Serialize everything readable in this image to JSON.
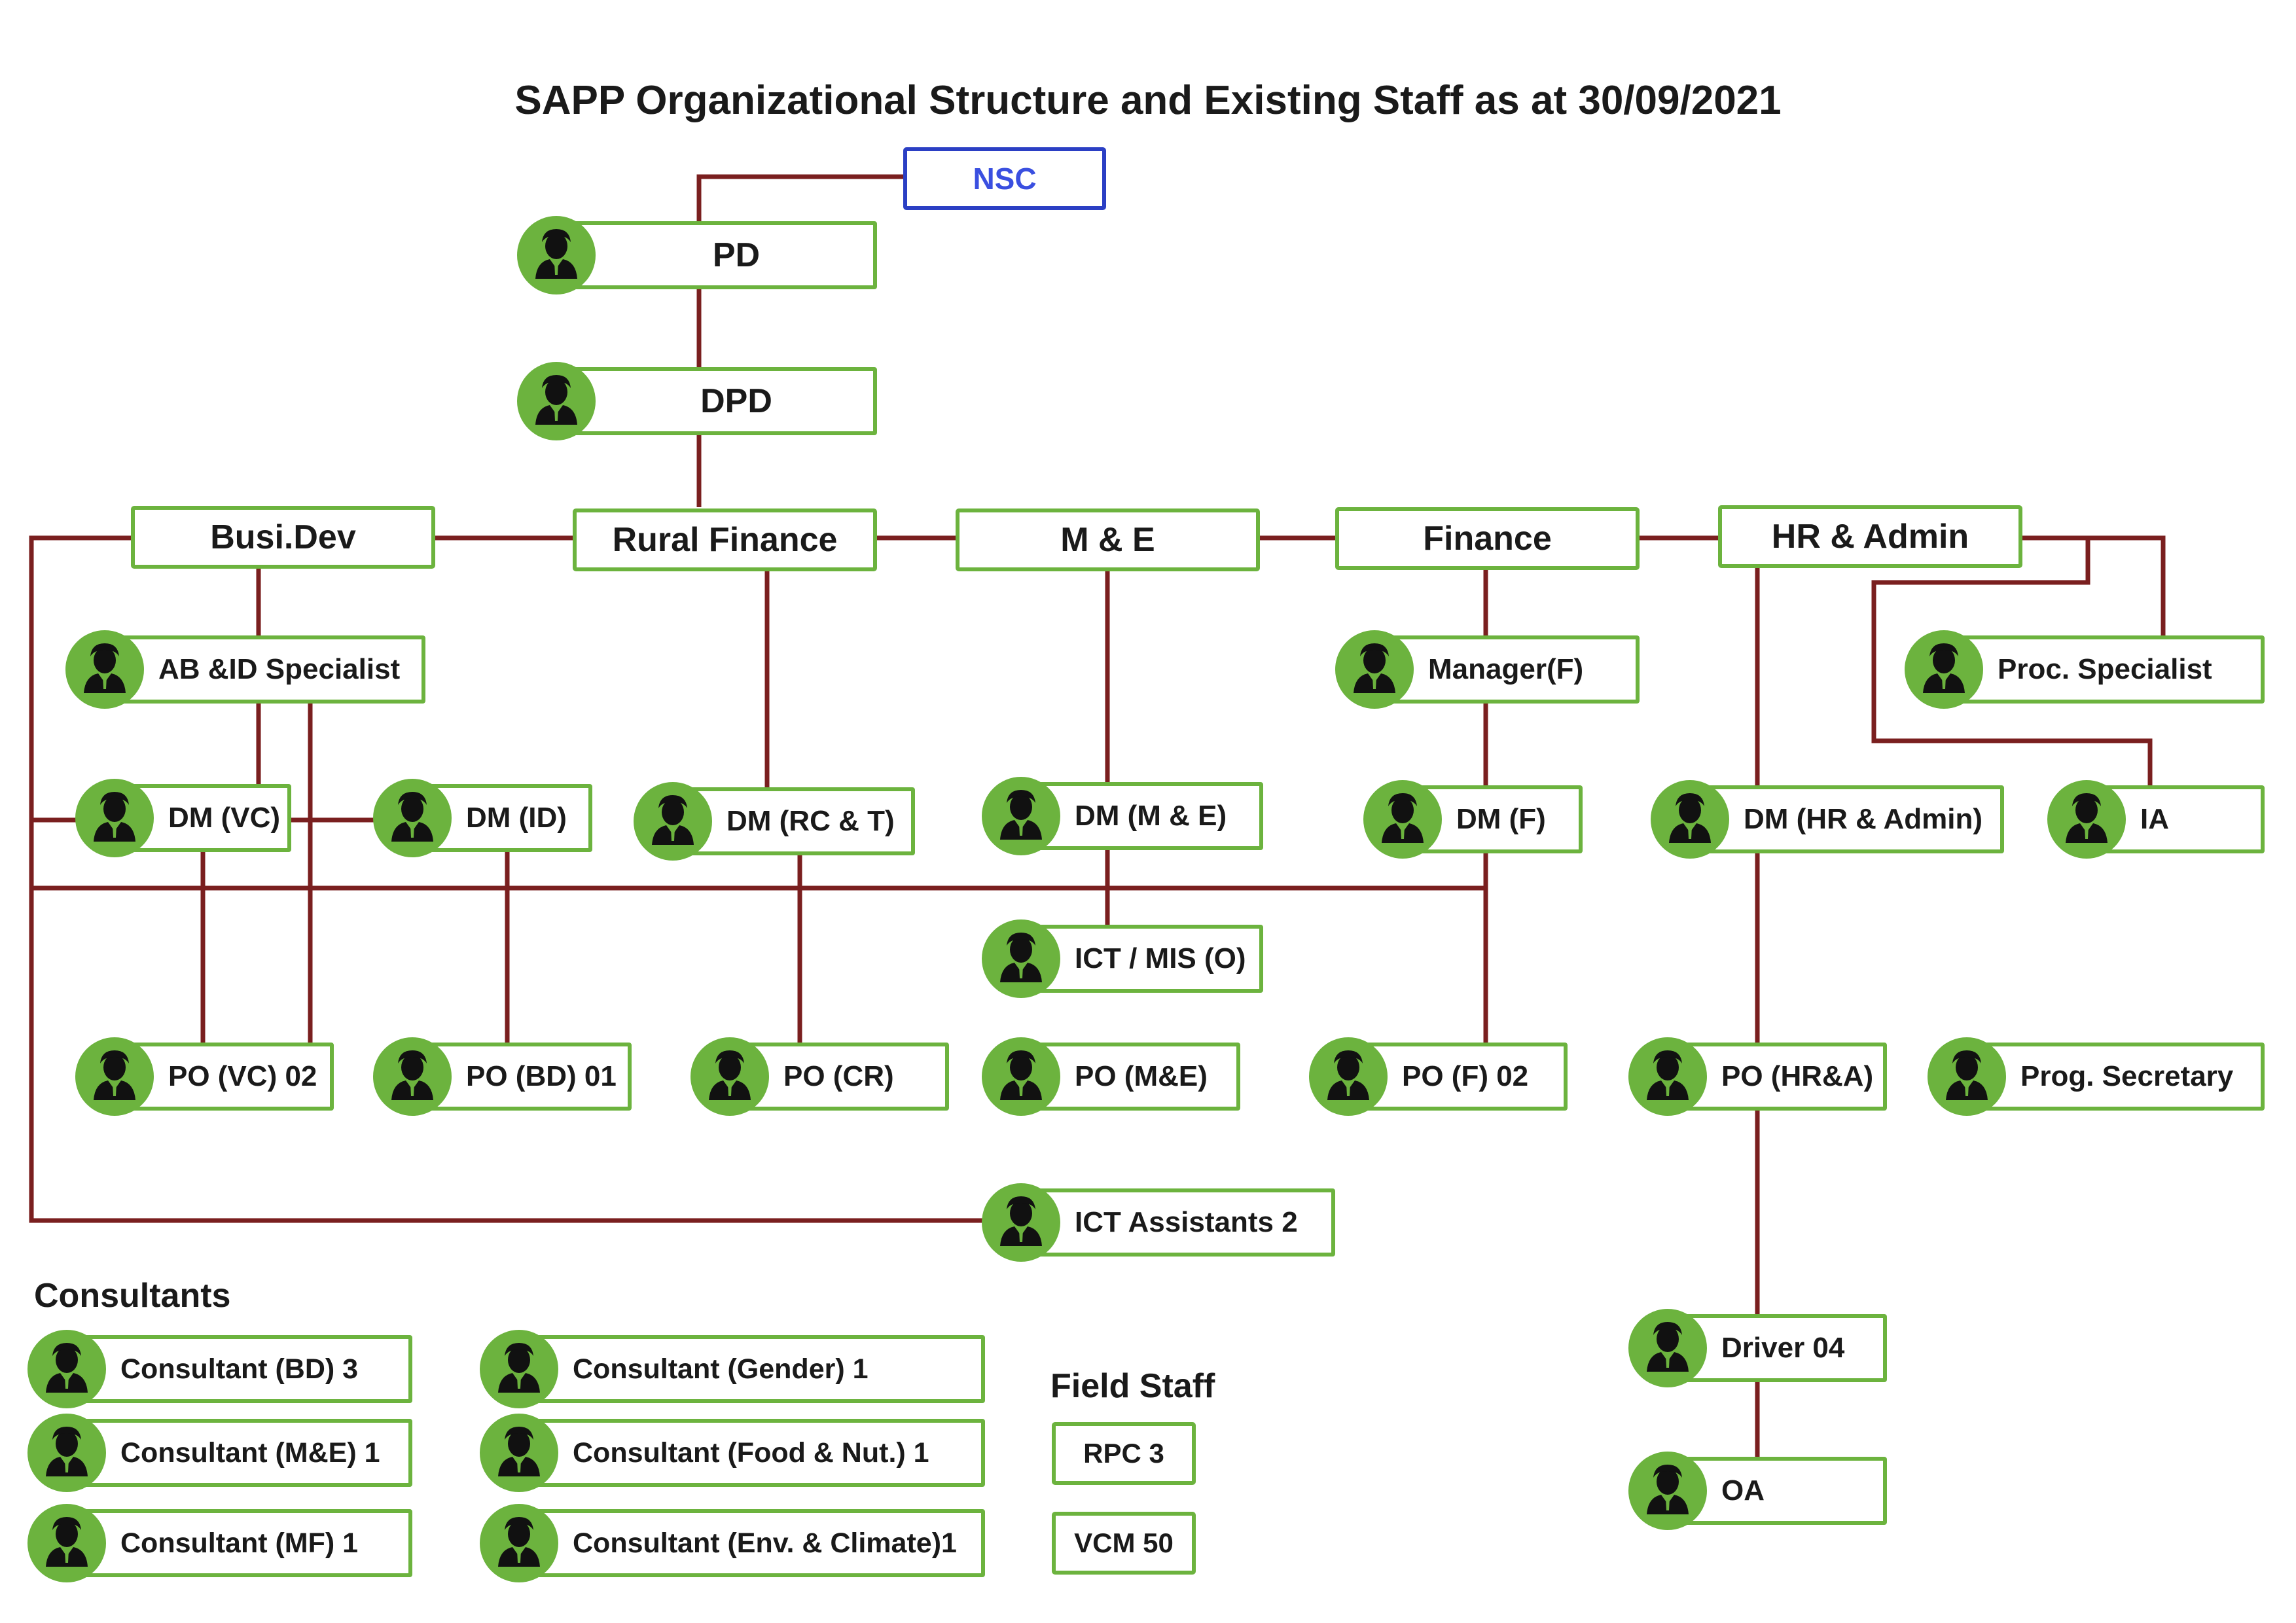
{
  "title": "SAPP Organizational Structure and Existing Staff as at 30/09/2021",
  "colors": {
    "box_border": "#6cb33e",
    "avatar": "#6cb33e",
    "connector": "#7a1f1f",
    "nsc_border": "#2b3fc4"
  },
  "nodes": {
    "nsc": "NSC",
    "pd": "PD",
    "dpd": "DPD",
    "busi_dev": "Busi.Dev",
    "rural_finance": "Rural Finance",
    "m_and_e": "M & E",
    "finance": "Finance",
    "hr_admin": "HR & Admin",
    "ab_id_specialist": "AB &ID Specialist",
    "manager_f": "Manager(F)",
    "proc_specialist": "Proc. Specialist",
    "dm_vc": "DM (VC)",
    "dm_id": "DM (ID)",
    "dm_rc_t": "DM (RC & T)",
    "dm_m_e": "DM (M & E)",
    "dm_f": "DM (F)",
    "dm_hr_admin": "DM (HR & Admin)",
    "ia": "IA",
    "ict_mis": "ICT / MIS (O)",
    "po_vc": "PO (VC) 02",
    "po_bd": "PO (BD) 01",
    "po_cr": "PO (CR)",
    "po_me": "PO (M&E)",
    "po_f": "PO (F) 02",
    "po_hra": "PO (HR&A)",
    "prog_secretary": "Prog. Secretary",
    "ict_assistants": "ICT Assistants 2",
    "driver": "Driver 04",
    "oa": "OA"
  },
  "consultants": {
    "heading": "Consultants",
    "items": [
      "Consultant (BD) 3",
      "Consultant (M&E) 1",
      "Consultant (MF) 1",
      "Consultant (Gender) 1",
      "Consultant (Food & Nut.) 1",
      "Consultant (Env. & Climate)1"
    ]
  },
  "field_staff": {
    "heading": "Field Staff",
    "items": [
      "RPC 3",
      "VCM 50"
    ]
  },
  "icons": {
    "staff": "person-icon"
  }
}
